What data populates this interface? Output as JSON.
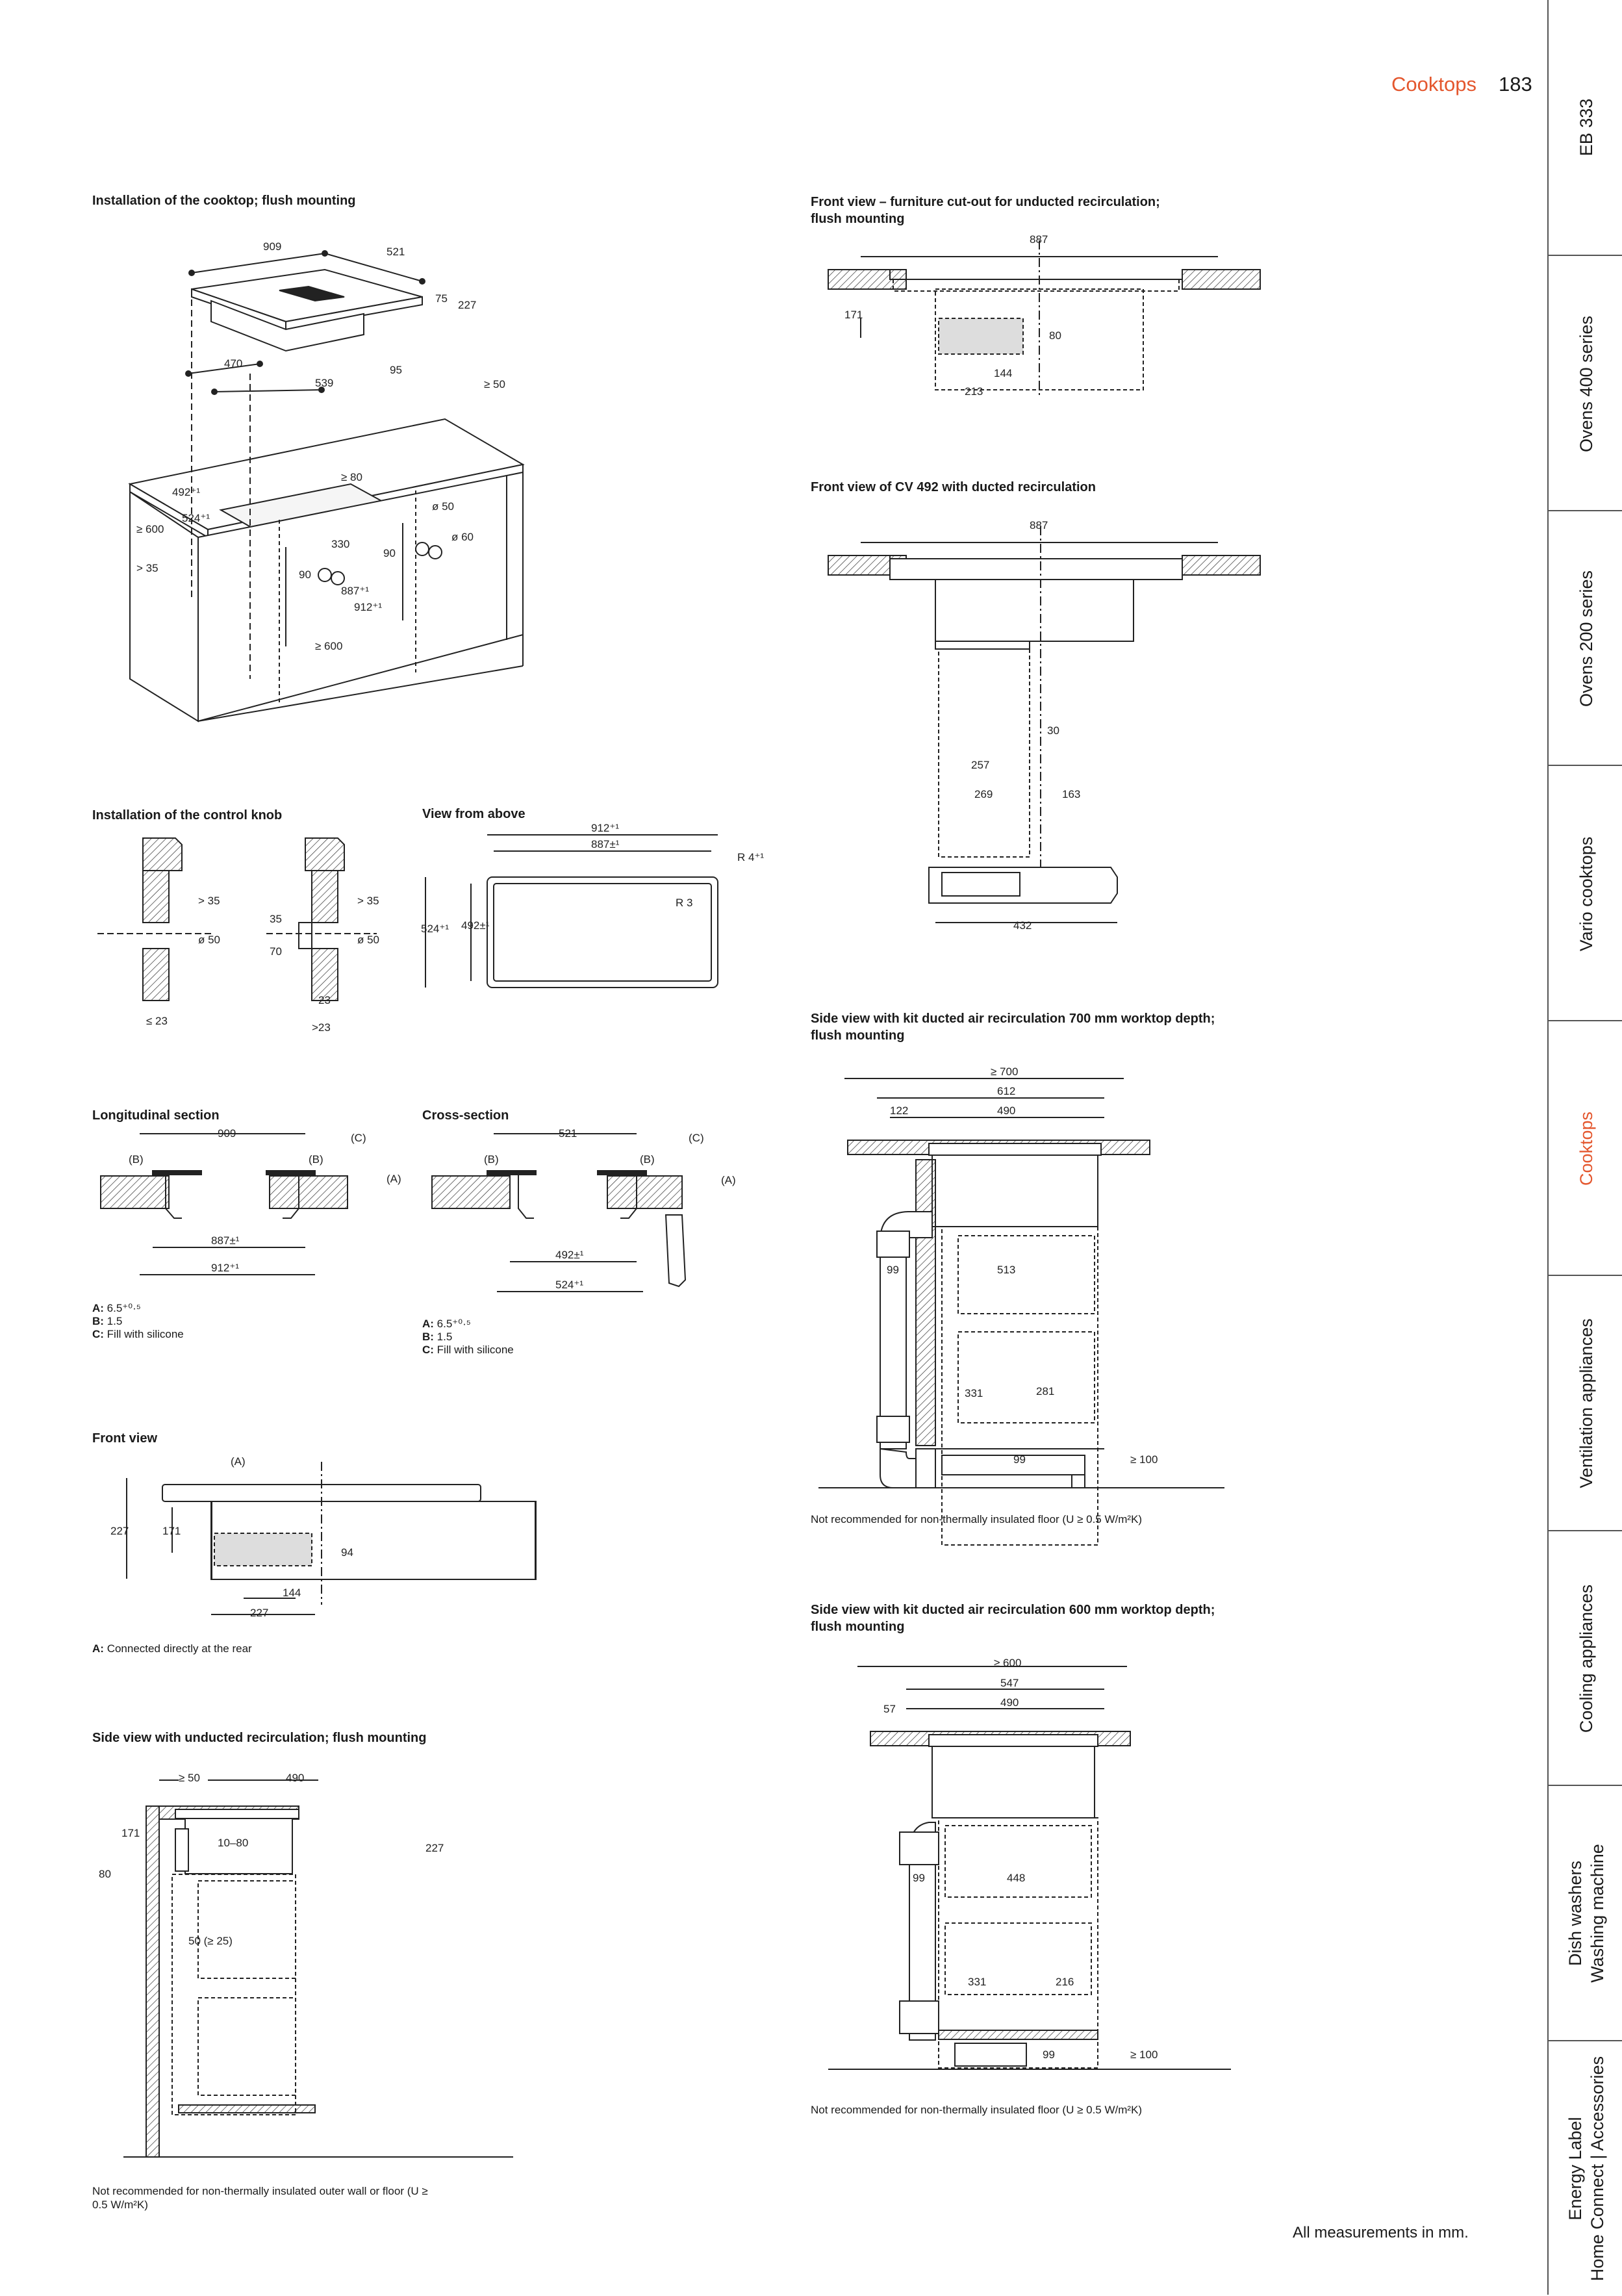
{
  "header": {
    "section": "Cooktops",
    "page": "183"
  },
  "tabs": [
    {
      "label": "EB 333",
      "active": false
    },
    {
      "label": "Ovens 400 series",
      "active": false
    },
    {
      "label": "Ovens 200 series",
      "active": false
    },
    {
      "label": "Vario cooktops",
      "active": false
    },
    {
      "label": "Cooktops",
      "active": true
    },
    {
      "label": "Ventilation appliances",
      "active": false
    },
    {
      "label": "Cooling appliances",
      "active": false
    },
    {
      "label": "Dish washers\nWashing machine",
      "active": false
    },
    {
      "label": "Energy Label\nHome Connect | Accessories",
      "active": false
    }
  ],
  "titles": {
    "install_cooktop": "Installation of the cooktop; flush mounting",
    "front_cutout": "Front view – furniture cut-out for unducted recirculation;\nflush mounting",
    "front_cv492": "Front view of CV 492 with ducted recirculation",
    "control_knob": "Installation of the control knob",
    "view_above": "View from above",
    "side_700": "Side view with kit ducted air recirculation 700 mm worktop depth;\nflush mounting",
    "longitudinal": "Longitudinal section",
    "cross": "Cross-section",
    "front_view": "Front view",
    "side_unducted": "Side view with unducted recirculation; flush mounting",
    "side_600": "Side view with kit ducted air recirculation 600 mm worktop depth;\nflush mounting"
  },
  "notes": {
    "side_700": "Not recommended for non-thermally insulated floor (U ≥ 0.5 W/m²K)",
    "side_600": "Not recommended for non-thermally insulated floor (U ≥ 0.5 W/m²K)",
    "side_unducted": "Not recommended for non-thermally insulated outer wall or floor (U ≥\n0.5 W/m²K)",
    "front_view_a": "Connected directly at the rear"
  },
  "legends": {
    "longitudinal": [
      {
        "k": "A",
        "v": "6.5⁺⁰·⁵"
      },
      {
        "k": "B",
        "v": "1.5"
      },
      {
        "k": "C",
        "v": "Fill with silicone"
      }
    ],
    "cross": [
      {
        "k": "A",
        "v": "6.5⁺⁰·⁵"
      },
      {
        "k": "B",
        "v": "1.5"
      },
      {
        "k": "C",
        "v": "Fill with silicone"
      }
    ],
    "front_view_key": "A"
  },
  "dims": {
    "install": [
      "909",
      "521",
      "75",
      "227",
      "470",
      "539",
      "95",
      "≥ 50",
      "≥ 80",
      "492⁺¹",
      "524⁺¹",
      "ø 50",
      "≥ 600",
      "330",
      "ø 60",
      "90",
      "90",
      "> 35",
      "887⁺¹",
      "912⁺¹",
      "≥ 600"
    ],
    "front_cutout": [
      "887",
      "171",
      "80",
      "144",
      "213"
    ],
    "cv492": [
      "887",
      "30",
      "257",
      "269",
      "163",
      "432"
    ],
    "knob": [
      "> 35",
      "ø 50",
      "≤ 23",
      "35",
      "> 35",
      "70",
      "ø 50",
      "23",
      ">23"
    ],
    "above": [
      "912⁺¹",
      "887±¹",
      "R 4⁺¹",
      "R 3",
      "524⁺¹",
      "492±¹"
    ],
    "side700": [
      "≥ 700",
      "612",
      "122",
      "490",
      "99",
      "513",
      "331",
      "281",
      "99",
      "≥ 100"
    ],
    "longi": [
      "909",
      "(C)",
      "(B)",
      "(B)",
      "(A)",
      "887±¹",
      "912⁺¹"
    ],
    "cross": [
      "521",
      "(C)",
      "(B)",
      "(B)",
      "(A)",
      "492±¹",
      "524⁺¹"
    ],
    "frontview": [
      "(A)",
      "227",
      "171",
      "94",
      "144",
      "227"
    ],
    "unducted": [
      "≥ 50",
      "490",
      "171",
      "10–80",
      "227",
      "80",
      "50 (≥ 25)"
    ],
    "side600": [
      "≥ 600",
      "547",
      "57",
      "490",
      "99",
      "448",
      "331",
      "216",
      "99",
      "≥ 100"
    ]
  },
  "footer": "All measurements in mm."
}
